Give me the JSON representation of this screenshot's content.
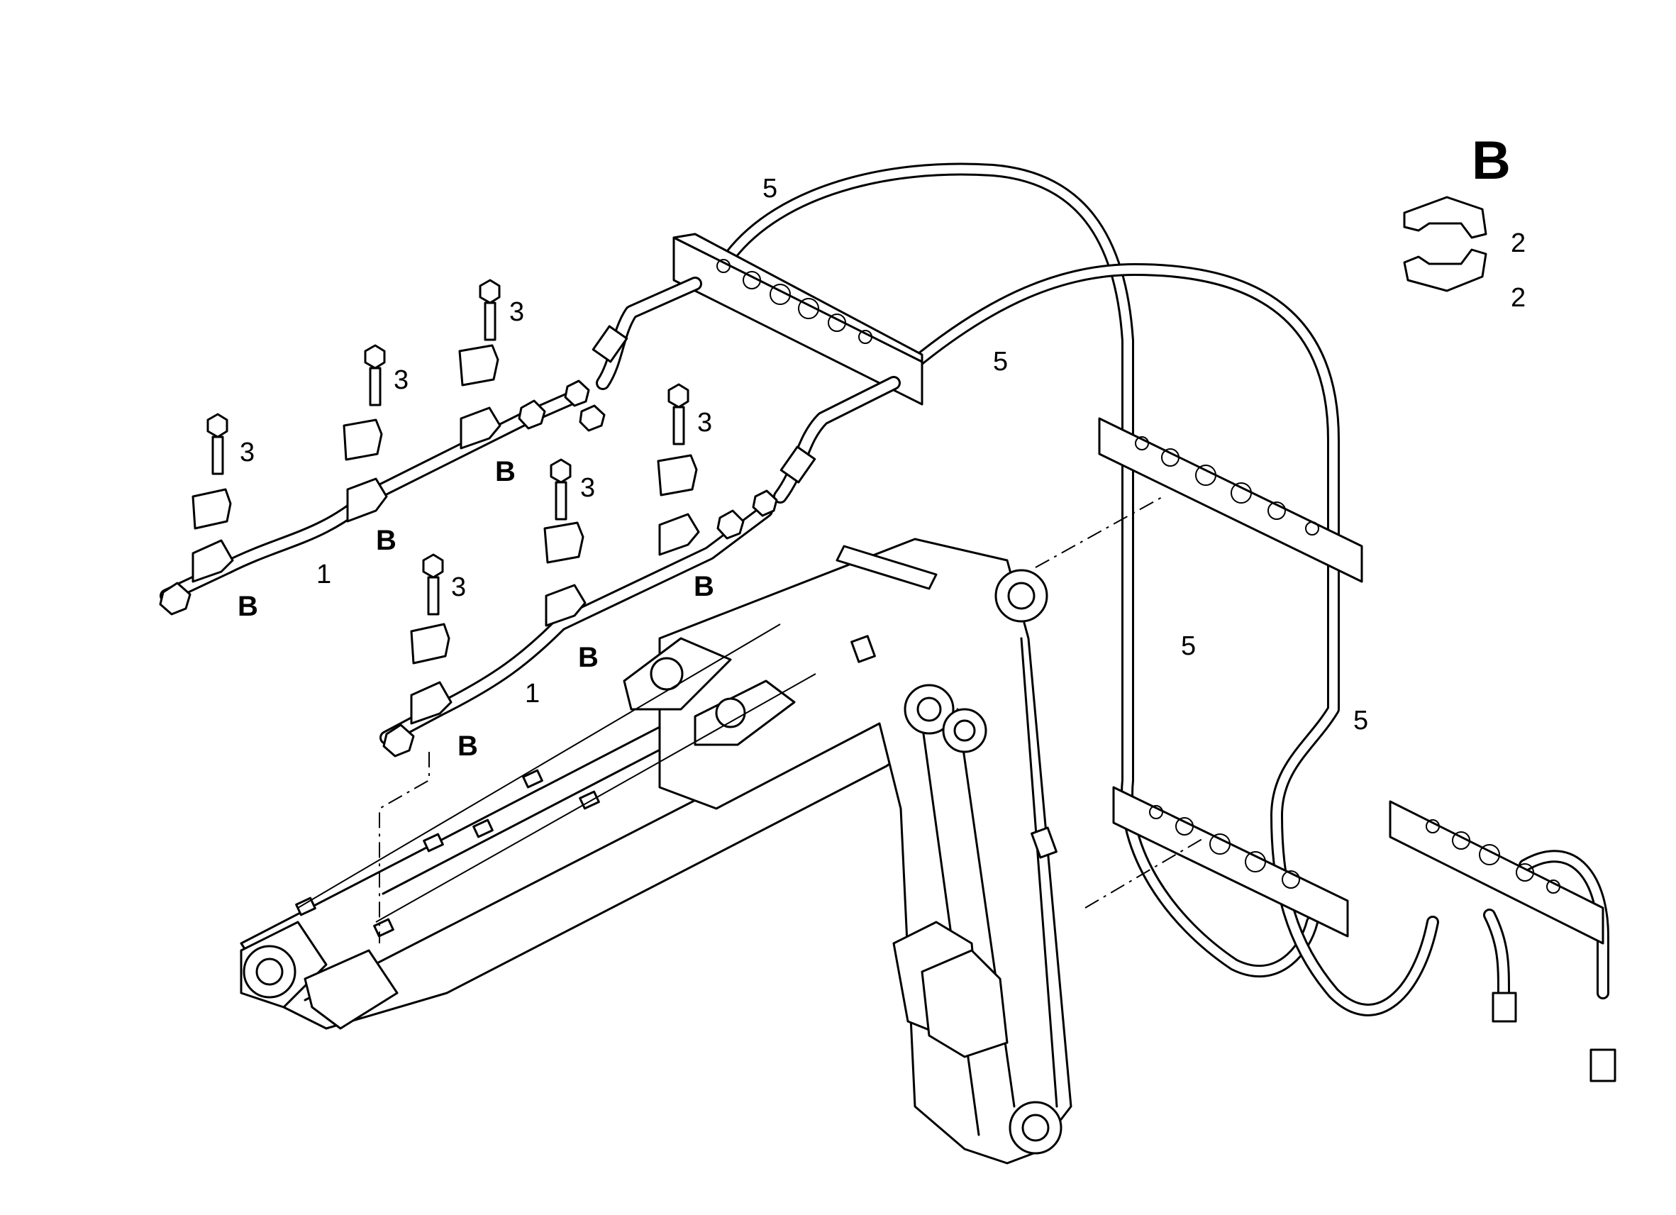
{
  "callouts": {
    "hose_line": "5",
    "pipe_line": "1",
    "bolt": "3",
    "clamp_half": "2",
    "clamp_group": "B"
  },
  "detail_view": {
    "title": "B"
  },
  "icons": {
    "bolt": "bolt-icon",
    "clamp": "clamp-icon",
    "nut": "nut-icon"
  }
}
